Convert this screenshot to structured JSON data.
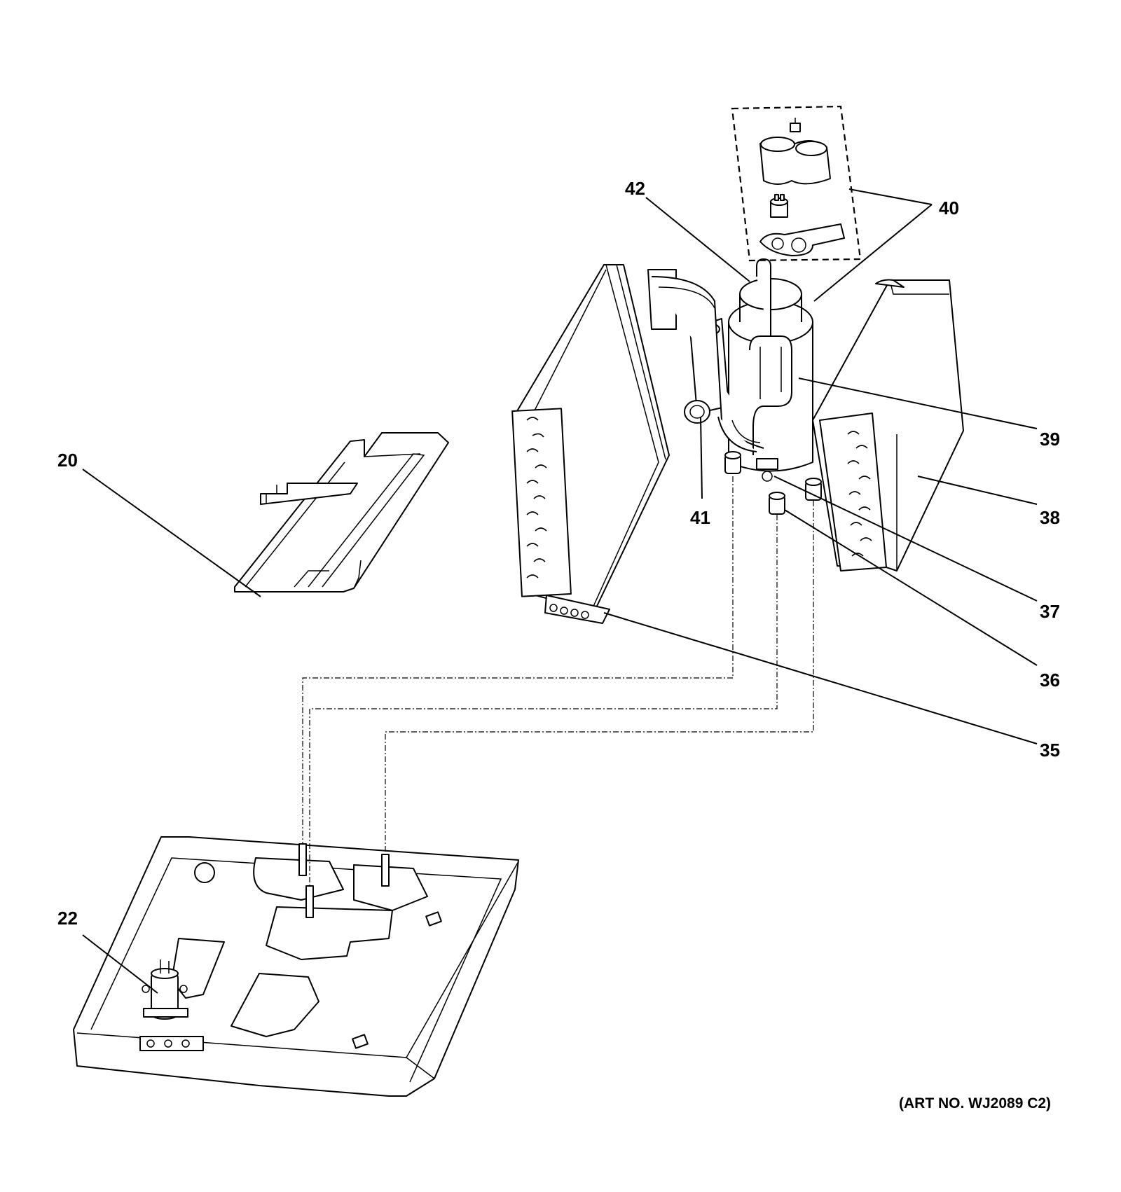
{
  "diagram": {
    "art_number": "(ART NO. WJ2089 C2)",
    "callouts": [
      {
        "id": "20",
        "label": "20"
      },
      {
        "id": "22",
        "label": "22"
      },
      {
        "id": "35",
        "label": "35"
      },
      {
        "id": "36",
        "label": "36"
      },
      {
        "id": "37",
        "label": "37"
      },
      {
        "id": "38",
        "label": "38"
      },
      {
        "id": "39",
        "label": "39"
      },
      {
        "id": "40",
        "label": "40"
      },
      {
        "id": "41",
        "label": "41"
      },
      {
        "id": "42",
        "label": "42"
      }
    ]
  }
}
